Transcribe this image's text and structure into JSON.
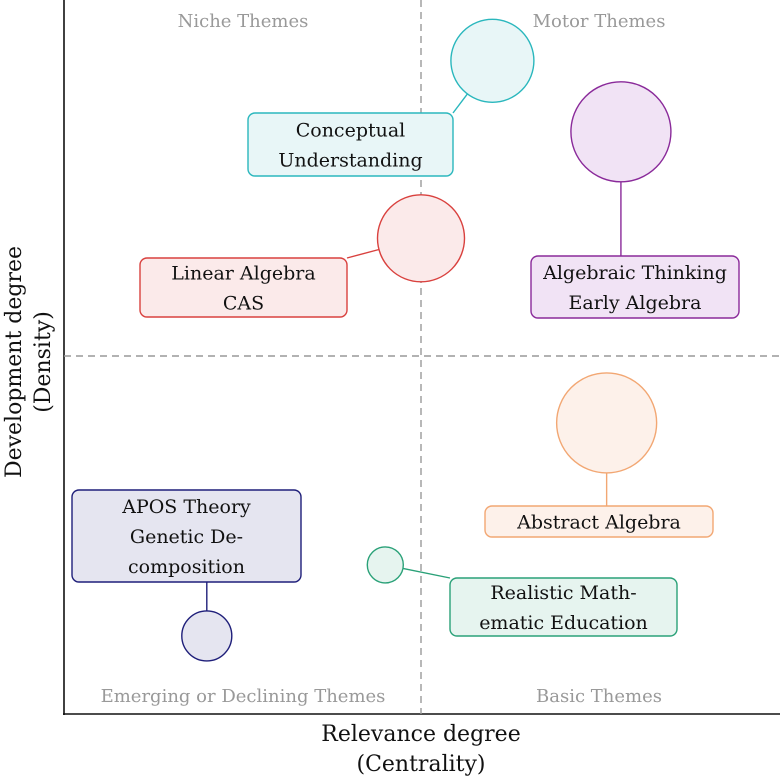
{
  "chart_data": {
    "type": "scatter",
    "title": "",
    "xlabel_lines": [
      "Relevance degree",
      "(Centrality)"
    ],
    "ylabel_lines": [
      "Development degree",
      "(Density)"
    ],
    "quadrants": {
      "top_left": "Niche Themes",
      "top_right": "Motor Themes",
      "bottom_left": "Emerging or Declining Themes",
      "bottom_right": "Basic Themes"
    },
    "grid": false,
    "divider_lines": "dashed",
    "xlim": [
      0,
      1
    ],
    "ylim": [
      0,
      1
    ],
    "x_axis_ticks": false,
    "y_axis_ticks": false,
    "themes": [
      {
        "label_lines": [
          "Conceptual",
          "Understanding"
        ],
        "x": 0.6,
        "y": 0.92,
        "size": 0.83,
        "color": "#2ab7bd",
        "fill": "#e8f6f7"
      },
      {
        "label_lines": [
          "Algebraic Thinking",
          "Early Algebra"
        ],
        "x": 0.78,
        "y": 0.82,
        "size": 1.0,
        "color": "#8a2a9a",
        "fill": "#f1e3f5"
      },
      {
        "label_lines": [
          "Linear Algebra",
          "CAS"
        ],
        "x": 0.5,
        "y": 0.67,
        "size": 0.87,
        "color": "#d9413e",
        "fill": "#fbeaea"
      },
      {
        "label_lines": [
          "Abstract Algebra"
        ],
        "x": 0.76,
        "y": 0.41,
        "size": 1.0,
        "color": "#f2a773",
        "fill": "#fdf1ea"
      },
      {
        "label_lines": [
          "Realistic Math-",
          "ematic Education"
        ],
        "x": 0.45,
        "y": 0.21,
        "size": 0.36,
        "color": "#2aa178",
        "fill": "#e6f4ef"
      },
      {
        "label_lines": [
          "APOS Theory",
          "Genetic De-",
          "composition"
        ],
        "x": 0.2,
        "y": 0.11,
        "size": 0.5,
        "color": "#1f1f7a",
        "fill": "#e5e5f0"
      }
    ]
  },
  "colors": {
    "axis": "#111111",
    "divider": "#999999",
    "quadrant_label": "#999999",
    "text": "#111111"
  }
}
